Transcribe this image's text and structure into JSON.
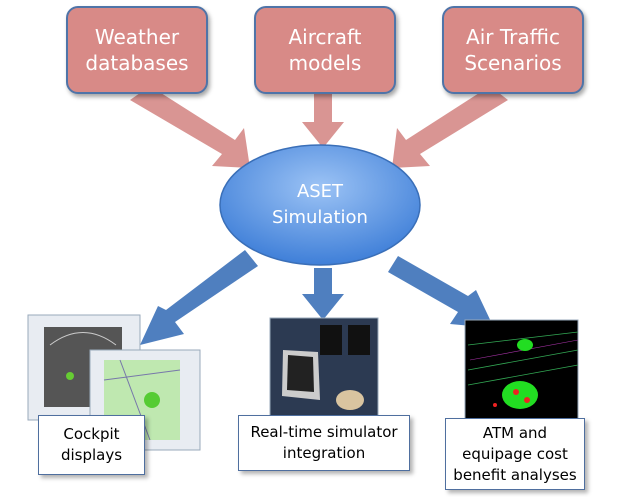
{
  "sources": [
    {
      "label": "Weather\ndatabases"
    },
    {
      "label": "Aircraft\nmodels"
    },
    {
      "label": "Air Traffic\nScenarios"
    }
  ],
  "core": {
    "label": "ASET\nSimulation"
  },
  "outputs": [
    {
      "label": "Cockpit\ndisplays"
    },
    {
      "label": "Real-time simulator\nintegration"
    },
    {
      "label": "ATM and\nequipage cost\nbenefit analyses"
    }
  ],
  "colors": {
    "source_fill": "#d88a87",
    "input_arrow": "#d99593",
    "output_arrow": "#4f7fbf",
    "core": "#4f8ae0"
  }
}
